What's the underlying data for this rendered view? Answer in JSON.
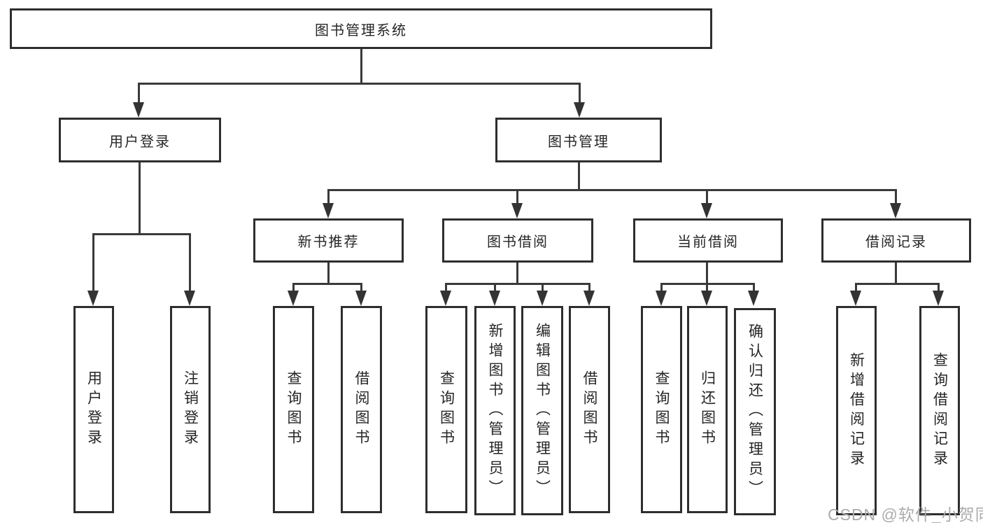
{
  "tree": {
    "root": {
      "label": "图书管理系统",
      "children": [
        {
          "label": "用户登录",
          "children": [
            {
              "label": "用户登录"
            },
            {
              "label": "注销登录"
            }
          ]
        },
        {
          "label": "图书管理",
          "children": [
            {
              "label": "新书推荐",
              "children": [
                {
                  "label": "查询图书"
                },
                {
                  "label": "借阅图书"
                }
              ]
            },
            {
              "label": "图书借阅",
              "children": [
                {
                  "label": "查询图书"
                },
                {
                  "label": "新增图书（管理员）"
                },
                {
                  "label": "编辑图书（管理员）"
                },
                {
                  "label": "借阅图书"
                }
              ]
            },
            {
              "label": "当前借阅",
              "children": [
                {
                  "label": "查询图书"
                },
                {
                  "label": "归还图书"
                },
                {
                  "label": "确认归还（管理员）"
                }
              ]
            },
            {
              "label": "借阅记录",
              "children": [
                {
                  "label": "新增借阅记录"
                },
                {
                  "label": "查询借阅记录"
                }
              ]
            }
          ]
        }
      ]
    }
  },
  "watermark": {
    "text": "CSDN @软件_小贺同学"
  },
  "colors": {
    "line": "#3a3a3a",
    "box_border": "#2e2e2e",
    "text": "#262626",
    "watermark": "#ababab",
    "background": "#ffffff"
  }
}
